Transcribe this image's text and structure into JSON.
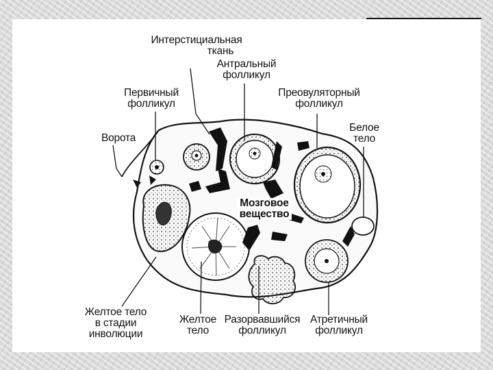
{
  "labels": {
    "interstitial": [
      "Интерстициальная",
      "ткань"
    ],
    "antral": [
      "Антральный",
      "фолликул"
    ],
    "primary": [
      "Первичный",
      "фолликул"
    ],
    "preovulatory": [
      "Преовуляторный",
      "фолликул"
    ],
    "hilum": "Ворота",
    "white_body": [
      "Белое",
      "тело"
    ],
    "medulla": [
      "Мозговое",
      "вещество"
    ],
    "involution_body": [
      "Желтое тело",
      "в стадии",
      "инволюции"
    ],
    "yellow_body": [
      "Желтое",
      "тело"
    ],
    "ruptured": [
      "Разорвавшийся",
      "фолликул"
    ],
    "atretic": [
      "Атретичный",
      "фолликул"
    ]
  },
  "colors": {
    "background": "#d9d9d9",
    "slide": "#ffffff",
    "ink": "#111111"
  }
}
